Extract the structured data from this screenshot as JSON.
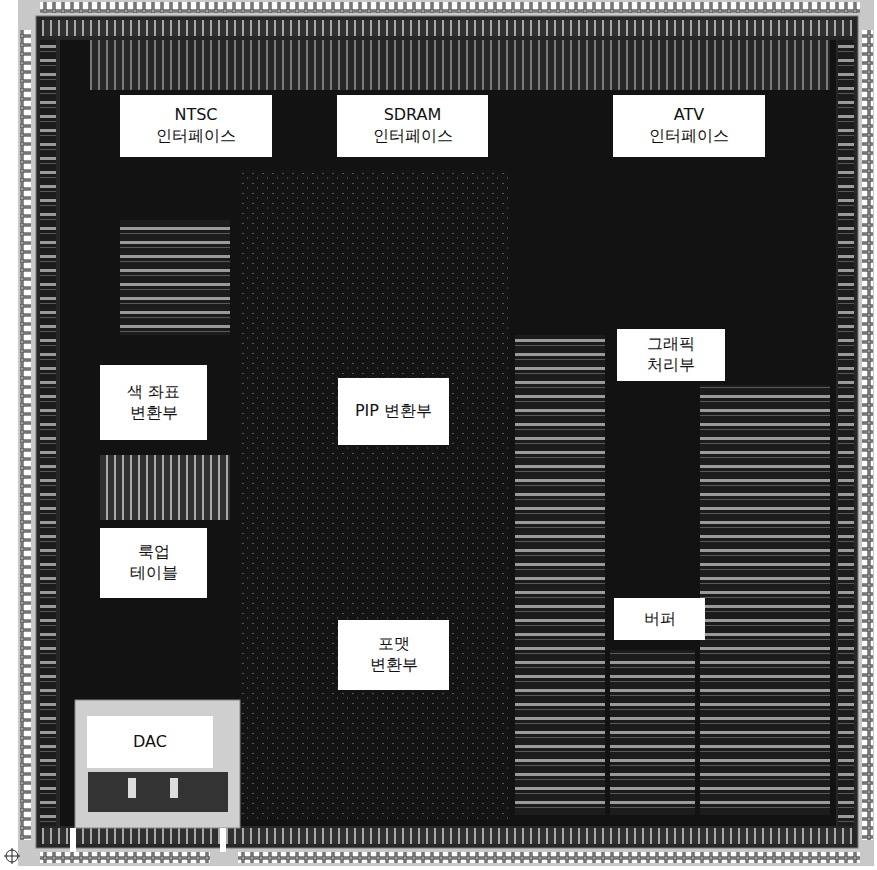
{
  "diagram": {
    "nodes": [
      {
        "text": [
          "NTSC 인터페이스"
        ]
      },
      {
        "text": [
          "SDRAM 인터페이스"
        ]
      },
      {
        "text": [
          "ATV 인터페이스"
        ]
      },
      {
        "text": [
          "색 좌표 변환부"
        ]
      },
      {
        "text": [
          "PIP 변환부"
        ]
      },
      {
        "text": [
          "그래픽 처리부"
        ]
      },
      {
        "text": [
          "룩업 테이블"
        ]
      },
      {
        "text": [
          "버퍼"
        ]
      },
      {
        "text": [
          "포맷 변환부"
        ]
      },
      {
        "text": [
          "DAC"
        ]
      }
    ]
  }
}
